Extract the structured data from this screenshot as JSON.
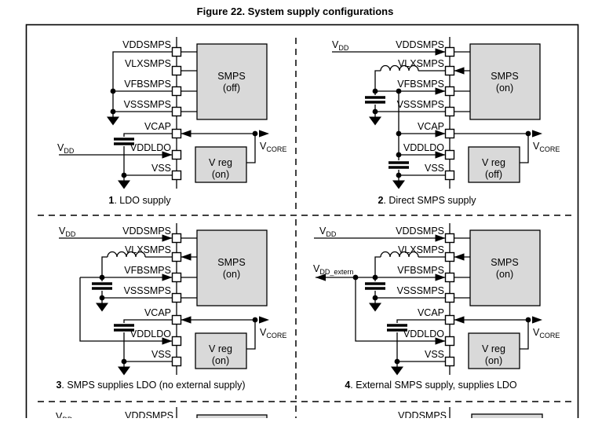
{
  "title": "Figure 22. System supply configurations",
  "colors": {
    "line": "#000000",
    "block_fill": "#d9d9d9",
    "background": "#ffffff"
  },
  "pin_labels": [
    "VDDSMPS",
    "VLXSMPS",
    "VFBSMPS",
    "VSSSMPS",
    "VCAP",
    "VDDLDO",
    "VSS"
  ],
  "rails": {
    "vdd": {
      "base": "V",
      "sub": "DD"
    },
    "vcore": {
      "base": "V",
      "sub": "CORE"
    },
    "vdd_extern": {
      "base": "V",
      "sub": "DD_extern"
    }
  },
  "blocks": {
    "smps": "SMPS",
    "vreg": "V reg"
  },
  "diagrams": [
    {
      "number": "1",
      "caption": ". LDO supply",
      "smps_state": "(off)",
      "vreg_state": "(on)"
    },
    {
      "number": "2",
      "caption": ". Direct SMPS supply",
      "smps_state": "(on)",
      "vreg_state": "(off)"
    },
    {
      "number": "3",
      "caption": ". SMPS supplies LDO (no external supply)",
      "smps_state": "(on)",
      "vreg_state": "(on)"
    },
    {
      "number": "4",
      "caption": ". External SMPS supply, supplies LDO",
      "smps_state": "(on)",
      "vreg_state": "(on)"
    }
  ]
}
